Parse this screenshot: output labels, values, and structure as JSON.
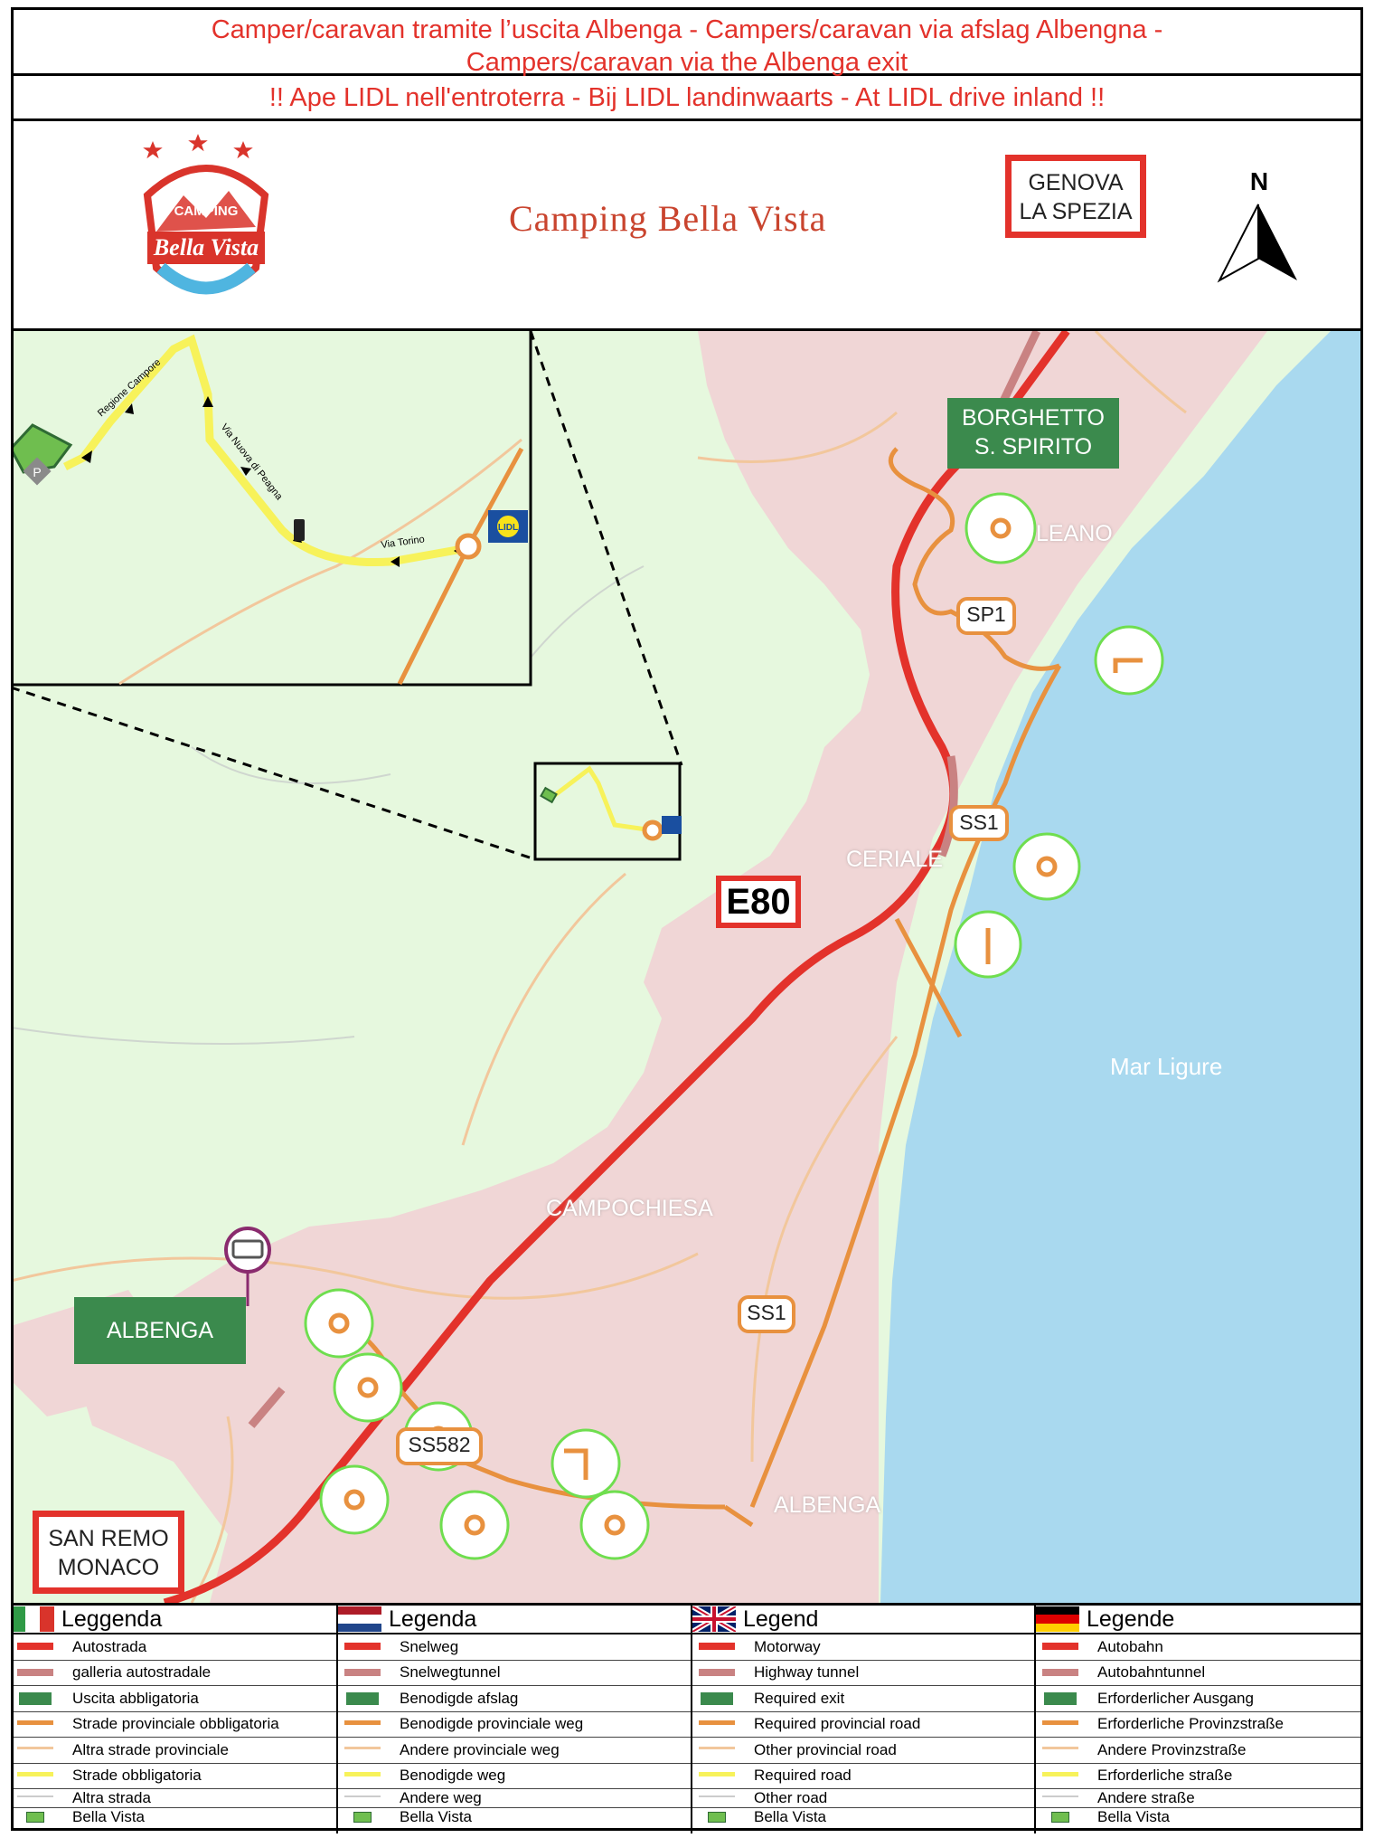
{
  "header": {
    "line1": "Camper/caravan tramite l’uscita Albenga - Campers/caravan via afslag Albengna -",
    "line2": "Campers/caravan via the Albenga exit",
    "line3": "!! Ape LIDL nell'entroterra  -  Bij LIDL landinwaarts  -   At LIDL drive inland  !!"
  },
  "logo": {
    "top": "CAMPING",
    "script": "Bella Vista"
  },
  "camp_name": "Camping Bella Vista",
  "compass": "N",
  "boxes": {
    "north_1": "GENOVA",
    "north_2": "LA SPEZIA",
    "south_1": "SAN REMO",
    "south_2": "MONACO",
    "motorway": "E80"
  },
  "exits": {
    "borghetto_1": "BORGHETTO",
    "borghetto_2": "S. SPIRITO",
    "albenga": "ALBENGA"
  },
  "roads": {
    "sp1": "SP1",
    "ss1_north": "SS1",
    "ss1_south": "SS1",
    "ss582": "SS582"
  },
  "towns": {
    "leano": "LEANO",
    "ceriale": "CERIALE",
    "campochiesa": "CAMPOCHIESA",
    "albenga": "ALBENGA",
    "sea": "Mar Ligure"
  },
  "inset": {
    "road1": "Regione Campore",
    "road2": "Via Nuova di Peagna",
    "road3": "Via Torino",
    "lidl": "LIDL",
    "parking": "P"
  },
  "colors": {
    "motorway": "#e3322b",
    "tunnel": "#c98282",
    "provincial": "#e8913f",
    "other_provincial": "#f2c79c",
    "required": "#f7f25a",
    "land": "#e6f8de",
    "urban": "#f0d6d6",
    "sea": "#a9d9ef",
    "exit_green": "#3b8a4d"
  },
  "legend": [
    {
      "title": "Leggenda",
      "flag": "it",
      "items": [
        "Autostrada",
        "galleria autostradale",
        "Uscita abbligatoria",
        "Strade provinciale obbligatoria",
        "Altra strade provinciale",
        "Strade obbligatoria",
        "Altra strada",
        "Bella Vista"
      ]
    },
    {
      "title": "Legenda",
      "flag": "nl",
      "items": [
        "Snelweg",
        "Snelwegtunnel",
        "Benodigde afslag",
        "Benodigde provinciale weg",
        "Andere provinciale weg",
        "Benodigde weg",
        "Andere weg",
        "Bella Vista"
      ]
    },
    {
      "title": "Legend",
      "flag": "uk",
      "items": [
        "Motorway",
        "Highway tunnel",
        "Required exit",
        "Required provincial road",
        "Other provincial road",
        "Required road",
        "Other road",
        "Bella Vista"
      ]
    },
    {
      "title": "Legende",
      "flag": "de",
      "items": [
        "Autobahn",
        "Autobahntunnel",
        "Erforderlicher Ausgang",
        "Erforderliche Provinzstraße",
        "Andere Provinzstraße",
        "Erforderliche straße",
        "Andere straße",
        "Bella Vista"
      ]
    }
  ],
  "legend_exit_badge": "ALBENGA"
}
